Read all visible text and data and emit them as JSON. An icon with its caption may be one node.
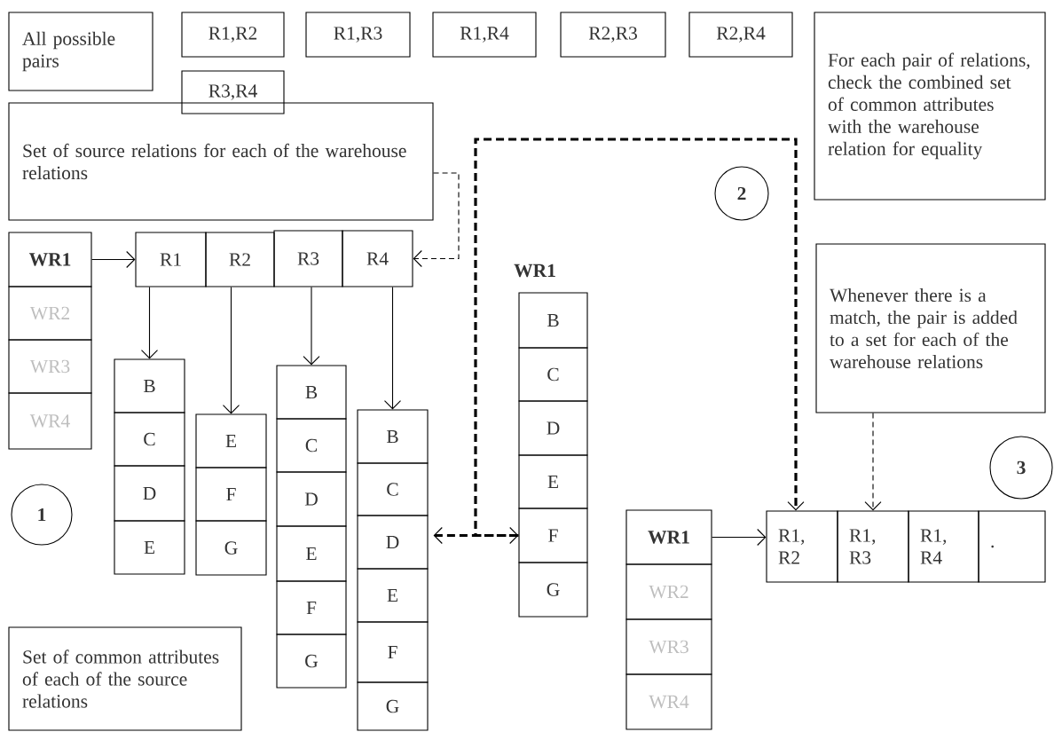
{
  "diagram": {
    "nodes": [
      {
        "text": [
          "All possible pairs"
        ]
      },
      {
        "text": [
          "R1,R2"
        ]
      },
      {
        "text": [
          "R1,R3"
        ]
      },
      {
        "text": [
          "R1,R4"
        ]
      },
      {
        "text": [
          "R2,R3"
        ]
      },
      {
        "text": [
          "R2,R4"
        ]
      },
      {
        "text": [
          "R3,R4"
        ]
      },
      {
        "text": [
          "For each pair of relations, check the combined set of common attributes with the warehouse relation for equality"
        ]
      },
      {
        "text": [
          "Set of source relations for each of the warehouse relations"
        ]
      },
      {
        "text": [
          "WR1"
        ]
      },
      {
        "text": [
          "WR2"
        ]
      },
      {
        "text": [
          "WR3"
        ]
      },
      {
        "text": [
          "WR4"
        ]
      },
      {
        "text": [
          "R1"
        ]
      },
      {
        "text": [
          "R2"
        ]
      },
      {
        "text": [
          "R3"
        ]
      },
      {
        "text": [
          "R4"
        ]
      },
      {
        "text": [
          "B"
        ]
      },
      {
        "text": [
          "C"
        ]
      },
      {
        "text": [
          "D"
        ]
      },
      {
        "text": [
          "E"
        ]
      },
      {
        "text": [
          "E"
        ]
      },
      {
        "text": [
          "F"
        ]
      },
      {
        "text": [
          "G"
        ]
      },
      {
        "text": [
          "B"
        ]
      },
      {
        "text": [
          "C"
        ]
      },
      {
        "text": [
          "D"
        ]
      },
      {
        "text": [
          "E"
        ]
      },
      {
        "text": [
          "F"
        ]
      },
      {
        "text": [
          "G"
        ]
      },
      {
        "text": [
          "B"
        ]
      },
      {
        "text": [
          "C"
        ]
      },
      {
        "text": [
          "D"
        ]
      },
      {
        "text": [
          "E"
        ]
      },
      {
        "text": [
          "F"
        ]
      },
      {
        "text": [
          "G"
        ]
      },
      {
        "text": [
          "B"
        ]
      },
      {
        "text": [
          "C"
        ]
      },
      {
        "text": [
          "D"
        ]
      },
      {
        "text": [
          "E"
        ]
      },
      {
        "text": [
          "F"
        ]
      },
      {
        "text": [
          "G"
        ]
      },
      {
        "text": [
          "2"
        ]
      },
      {
        "text": [
          "1"
        ]
      },
      {
        "text": [
          "Whenever there is a match, the pair is added to a set for each of the warehouse relations"
        ]
      },
      {
        "text": [
          "3"
        ]
      },
      {
        "text": [
          "WR1"
        ]
      },
      {
        "text": [
          "WR2"
        ]
      },
      {
        "text": [
          "WR3"
        ]
      },
      {
        "text": [
          "WR4"
        ]
      },
      {
        "text": [
          "R1, R2"
        ]
      },
      {
        "text": [
          "R1, R3"
        ]
      },
      {
        "text": [
          "R1, R4"
        ]
      },
      {
        "text": [
          "."
        ]
      },
      {
        "text": [
          "Set of common attributes of each of the source relations"
        ]
      }
    ],
    "edges": [
      {
        "from": 9,
        "to": 13,
        "arrow": "to"
      },
      {
        "from": 8,
        "to": 16,
        "arrow": "to",
        "style": "dashed"
      },
      {
        "from": 13,
        "to": 17,
        "arrow": "to"
      },
      {
        "from": 14,
        "to": 21,
        "arrow": "to"
      },
      {
        "from": 15,
        "to": 24,
        "arrow": "to"
      },
      {
        "from": 16,
        "to": 30,
        "arrow": "to"
      },
      {
        "from": 32,
        "to": 40,
        "arrow": "both",
        "style": "dashed"
      },
      {
        "from": 40,
        "to": 50,
        "arrow": "to",
        "style": "dashed"
      },
      {
        "from": 44,
        "to": 51,
        "arrow": "to",
        "style": "dashed"
      },
      {
        "from": 46,
        "to": 50,
        "arrow": "to"
      }
    ],
    "labels": [
      "WR1"
    ]
  }
}
